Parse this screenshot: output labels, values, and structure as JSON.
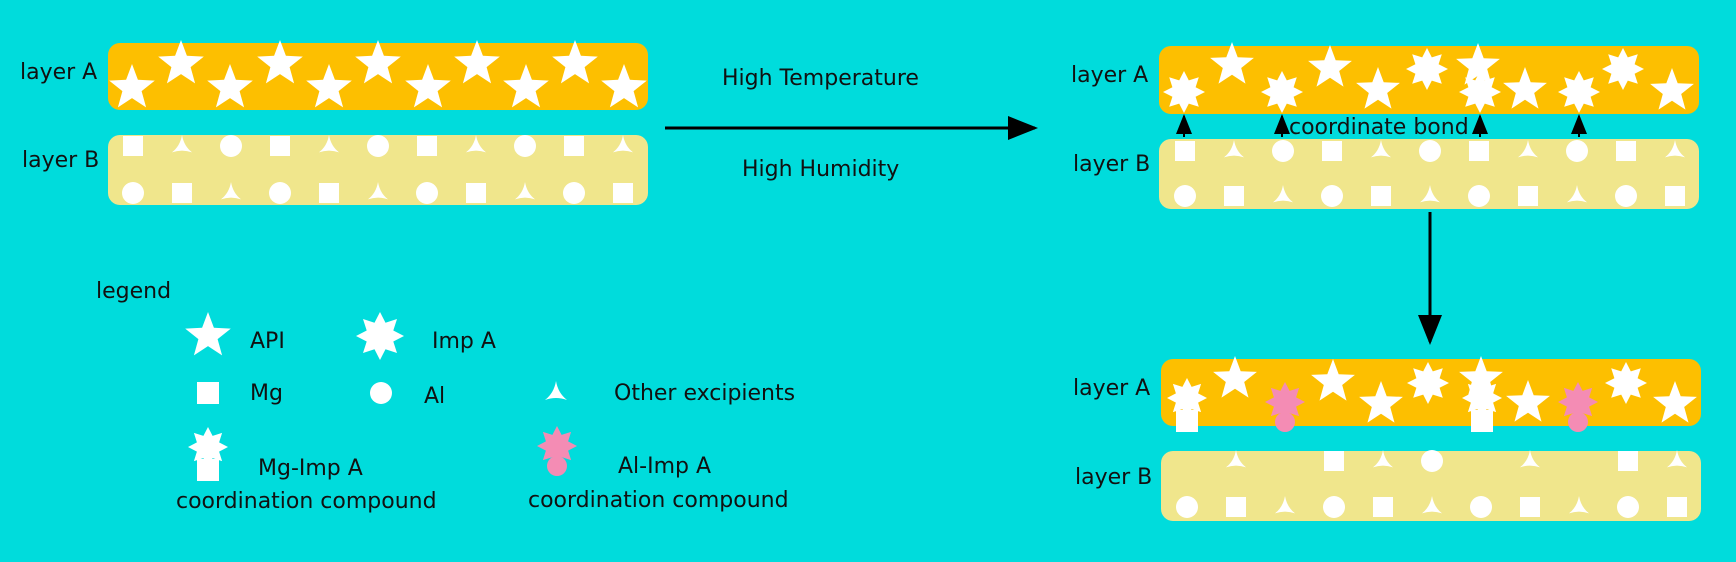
{
  "colors": {
    "background": "#00dcdc",
    "layer_a_fill": "#fdbf00",
    "layer_b_fill": "#f0e68c",
    "particle": "#ffffff",
    "al_compound": "#f48cb4",
    "arrow": "#000000"
  },
  "layers": {
    "layer_a_label": "layer A",
    "layer_b_label": "layer B"
  },
  "conditions": {
    "temperature": "High Temperature",
    "humidity": "High Humidity"
  },
  "annotation": {
    "coordinate_bond": "coordinate bond"
  },
  "legend": {
    "title": "legend",
    "items": [
      {
        "icon": "star-icon",
        "label": "API"
      },
      {
        "icon": "starburst-icon",
        "label": "Imp A"
      },
      {
        "icon": "square-icon",
        "label": "Mg"
      },
      {
        "icon": "circle-icon",
        "label": "Al"
      },
      {
        "icon": "tripod-icon",
        "label": "Other excipients"
      },
      {
        "icon": "mg-imp-a-icon",
        "label": "Mg-Imp A",
        "label2": "coordination compound"
      },
      {
        "icon": "al-imp-a-icon",
        "label": "Al-Imp A",
        "label2": "coordination compound"
      }
    ]
  }
}
